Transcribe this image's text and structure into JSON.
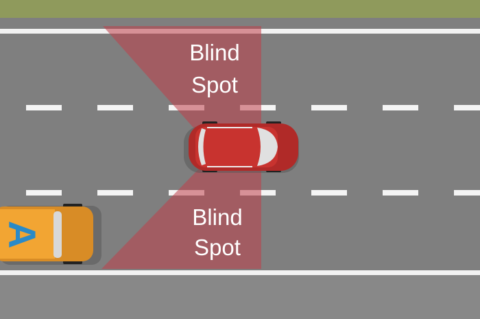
{
  "labels": {
    "top_blind_spot": [
      "Blind",
      "Spot"
    ],
    "bottom_blind_spot": [
      "Blind",
      "Spot"
    ],
    "car_sign": "A"
  },
  "colors": {
    "grass": "#8f9a5c",
    "road": "#7f7f7f",
    "lane_marking": "#ffffff",
    "blind_spot": "#c0404a",
    "main_car": "#c8332f",
    "other_car": "#f0a030",
    "sign_letter": "#2a8ac8"
  }
}
